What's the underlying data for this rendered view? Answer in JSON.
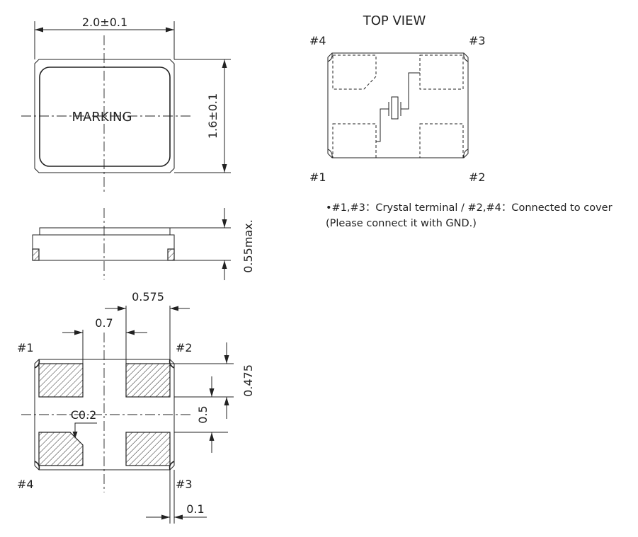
{
  "outline": {
    "width_dim": "2.0±0.1",
    "height_dim": "1.6±0.1",
    "marking": "MARKING"
  },
  "side": {
    "height_dim": "0.55max."
  },
  "footprint": {
    "dim_0575": "0.575",
    "dim_07": "0.7",
    "dim_0475": "0.475",
    "dim_05": "0.5",
    "dim_01": "0.1",
    "chamfer": "C0.2",
    "pin1": "#1",
    "pin2": "#2",
    "pin3": "#3",
    "pin4": "#4"
  },
  "top_view": {
    "title": "TOP VIEW",
    "pin1": "#1",
    "pin2": "#2",
    "pin3": "#3",
    "pin4": "#4"
  },
  "notes": {
    "line1": "•#1,#3：Crystal terminal / #2,#4：Connected to cover",
    "line2": "(Please connect it with GND.)"
  }
}
